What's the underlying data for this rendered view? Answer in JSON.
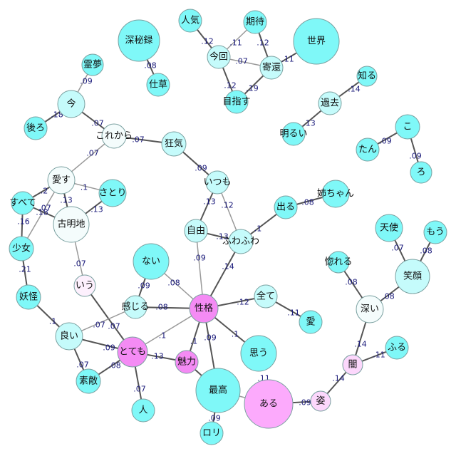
{
  "colors": {
    "cyan_fill": "#7ff8f8",
    "light_cyan_fill": "#c5fbfb",
    "pale_fill": "#f4fcfc",
    "magenta_fill": "#f48bf4",
    "pink_fill": "#fcaafc",
    "light_pink_fill": "#fcd7fc",
    "pale_pink_fill": "#fdf0fd",
    "node_stroke": "#7aa0a0",
    "edge_dark": "#555555",
    "edge_gray": "#999999",
    "edge_label": "#1a1a7a"
  },
  "nodes": [
    {
      "id": "jinki",
      "label": "人気",
      "fill": "cyan"
    },
    {
      "id": "kitai",
      "label": "期待",
      "fill": "cyan"
    },
    {
      "id": "sekai",
      "label": "世界",
      "fill": "cyan"
    },
    {
      "id": "shinpiroku",
      "label": "深秘録",
      "fill": "cyan"
    },
    {
      "id": "konkai",
      "label": "今回",
      "fill": "light_cyan"
    },
    {
      "id": "kikan",
      "label": "寄還",
      "fill": "light_cyan"
    },
    {
      "id": "mezasu",
      "label": "目指す",
      "fill": "cyan"
    },
    {
      "id": "shigusa",
      "label": "仕草",
      "fill": "cyan"
    },
    {
      "id": "reimu",
      "label": "霊夢",
      "fill": "cyan"
    },
    {
      "id": "ima",
      "label": "今",
      "fill": "light_cyan"
    },
    {
      "id": "ushiro",
      "label": "後ろ",
      "fill": "cyan"
    },
    {
      "id": "korekara",
      "label": "これから",
      "fill": "pale"
    },
    {
      "id": "kyouki",
      "label": "狂気",
      "fill": "light_cyan"
    },
    {
      "id": "shiru",
      "label": "知る",
      "fill": "cyan"
    },
    {
      "id": "kako",
      "label": "過去",
      "fill": "light_cyan"
    },
    {
      "id": "akarui",
      "label": "明るい",
      "fill": "cyan"
    },
    {
      "id": "ko",
      "label": "こ",
      "fill": "cyan"
    },
    {
      "id": "tan",
      "label": "たん",
      "fill": "cyan"
    },
    {
      "id": "ro",
      "label": "ろ",
      "fill": "cyan"
    },
    {
      "id": "aisu",
      "label": "愛す",
      "fill": "pale"
    },
    {
      "id": "satori",
      "label": "さとり",
      "fill": "cyan"
    },
    {
      "id": "subete",
      "label": "すべて",
      "fill": "cyan"
    },
    {
      "id": "komeiji",
      "label": "古明地",
      "fill": "pale"
    },
    {
      "id": "itsumo",
      "label": "いつも",
      "fill": "light_cyan"
    },
    {
      "id": "deru",
      "label": "出る",
      "fill": "cyan"
    },
    {
      "id": "neechan",
      "label": "姉ちゃん",
      "fill": "cyan"
    },
    {
      "id": "jiyuu",
      "label": "自由",
      "fill": "light_cyan"
    },
    {
      "id": "fuwafuwa",
      "label": "ふわふわ",
      "fill": "light_cyan"
    },
    {
      "id": "shoujo",
      "label": "少女",
      "fill": "cyan"
    },
    {
      "id": "tenshi",
      "label": "天使",
      "fill": "cyan"
    },
    {
      "id": "mou",
      "label": "もう",
      "fill": "cyan"
    },
    {
      "id": "nai",
      "label": "ない",
      "fill": "cyan"
    },
    {
      "id": "horeru",
      "label": "惚れる",
      "fill": "cyan"
    },
    {
      "id": "egao",
      "label": "笑顔",
      "fill": "light_cyan"
    },
    {
      "id": "iu",
      "label": "いう",
      "fill": "pale_pink"
    },
    {
      "id": "youkai",
      "label": "妖怪",
      "fill": "cyan"
    },
    {
      "id": "kanjiru",
      "label": "感じる",
      "fill": "light_cyan"
    },
    {
      "id": "seikaku",
      "label": "性格",
      "fill": "magenta"
    },
    {
      "id": "subete2",
      "label": "全て",
      "fill": "light_cyan"
    },
    {
      "id": "fukai",
      "label": "深い",
      "fill": "pale"
    },
    {
      "id": "ai",
      "label": "愛",
      "fill": "cyan"
    },
    {
      "id": "yoi",
      "label": "良い",
      "fill": "light_cyan"
    },
    {
      "id": "totemo",
      "label": "とても",
      "fill": "magenta"
    },
    {
      "id": "miryoku",
      "label": "魅力",
      "fill": "magenta"
    },
    {
      "id": "omou",
      "label": "思う",
      "fill": "cyan"
    },
    {
      "id": "furu",
      "label": "ふる",
      "fill": "cyan"
    },
    {
      "id": "yami",
      "label": "闇",
      "fill": "light_pink"
    },
    {
      "id": "suteki",
      "label": "素敵",
      "fill": "cyan"
    },
    {
      "id": "saikou",
      "label": "最高",
      "fill": "cyan"
    },
    {
      "id": "aru",
      "label": "ある",
      "fill": "pink"
    },
    {
      "id": "sugata",
      "label": "姿",
      "fill": "light_pink"
    },
    {
      "id": "hito",
      "label": "人",
      "fill": "cyan"
    },
    {
      "id": "roli",
      "label": "ロリ",
      "fill": "cyan"
    }
  ],
  "edges": [
    {
      "from": "jinki",
      "to": "konkai",
      "label": ".12",
      "style": "dark"
    },
    {
      "from": "kitai",
      "to": "konkai",
      "label": ".11",
      "style": "gray"
    },
    {
      "from": "kitai",
      "to": "kikan",
      "label": ".12",
      "style": "dark"
    },
    {
      "from": "sekai",
      "to": "kikan",
      "label": ".11",
      "style": "dark"
    },
    {
      "from": "konkai",
      "to": "kikan",
      "label": ".07",
      "style": "gray"
    },
    {
      "from": "konkai",
      "to": "mezasu",
      "label": ".12",
      "style": "dark"
    },
    {
      "from": "kikan",
      "to": "mezasu",
      "label": ".19",
      "style": "dark"
    },
    {
      "from": "shinpiroku",
      "to": "shigusa",
      "label": ".08",
      "style": "dark"
    },
    {
      "from": "reimu",
      "to": "ima",
      "label": ".09",
      "style": "gray"
    },
    {
      "from": "ima",
      "to": "ushiro",
      "label": ".18",
      "style": "dark"
    },
    {
      "from": "ima",
      "to": "korekara",
      "label": ".07",
      "style": "dark"
    },
    {
      "from": "korekara",
      "to": "kyouki",
      "label": ".07",
      "style": "dark"
    },
    {
      "from": "korekara",
      "to": "aisu",
      "label": ".07",
      "style": "gray"
    },
    {
      "from": "kyouki",
      "to": "itsumo",
      "label": ".09",
      "style": "dark"
    },
    {
      "from": "shiru",
      "to": "kako",
      "label": ".14",
      "style": "dark"
    },
    {
      "from": "kako",
      "to": "akarui",
      "label": ".13",
      "style": "dark"
    },
    {
      "from": "ko",
      "to": "tan",
      "label": ".09",
      "style": "dark"
    },
    {
      "from": "ko",
      "to": "ro",
      "label": ".09",
      "style": "dark"
    },
    {
      "from": "aisu",
      "to": "subete",
      "label": ".2",
      "style": "dark"
    },
    {
      "from": "aisu",
      "to": "satori",
      "label": ".1",
      "style": "gray"
    },
    {
      "from": "aisu",
      "to": "komeiji",
      "label": ".13",
      "style": "dark"
    },
    {
      "from": "aisu",
      "to": "shoujo",
      "label": ".07",
      "style": "gray"
    },
    {
      "from": "satori",
      "to": "komeiji",
      "label": ".13",
      "style": "dark"
    },
    {
      "from": "subete",
      "to": "komeiji",
      "label": ".18",
      "style": "dark"
    },
    {
      "from": "subete",
      "to": "shoujo",
      "label": ".16",
      "style": "dark"
    },
    {
      "from": "komeiji",
      "to": "iu",
      "label": ".07",
      "style": "gray"
    },
    {
      "from": "shoujo",
      "to": "youkai",
      "label": ".21",
      "style": "dark"
    },
    {
      "from": "youkai",
      "to": "yoi",
      "label": ".1",
      "style": "dark"
    },
    {
      "from": "itsumo",
      "to": "jiyuu",
      "label": ".13",
      "style": "dark"
    },
    {
      "from": "itsumo",
      "to": "fuwafuwa",
      "label": ".12",
      "style": "gray"
    },
    {
      "from": "deru",
      "to": "neechan",
      "label": ".08",
      "style": "dark"
    },
    {
      "from": "deru",
      "to": "fuwafuwa",
      "label": ".1",
      "style": "dark"
    },
    {
      "from": "jiyuu",
      "to": "fuwafuwa",
      "label": ".13",
      "style": "dark"
    },
    {
      "from": "jiyuu",
      "to": "seikaku",
      "label": ".09",
      "style": "gray"
    },
    {
      "from": "fuwafuwa",
      "to": "seikaku",
      "label": ".14",
      "style": "dark"
    },
    {
      "from": "nai",
      "to": "seikaku",
      "label": ".08",
      "style": "gray"
    },
    {
      "from": "nai",
      "to": "kanjiru",
      "label": ".09",
      "style": "dark"
    },
    {
      "from": "kanjiru",
      "to": "seikaku",
      "label": ".08",
      "style": "dark"
    },
    {
      "from": "seikaku",
      "to": "subete2",
      "label": ".12",
      "style": "dark"
    },
    {
      "from": "subete2",
      "to": "ai",
      "label": ".11",
      "style": "dark"
    },
    {
      "from": "seikaku",
      "to": "omou",
      "label": ".1",
      "style": "dark"
    },
    {
      "from": "seikaku",
      "to": "saikou",
      "label": ".09",
      "style": "dark"
    },
    {
      "from": "seikaku",
      "to": "miryoku",
      "label": ".1",
      "style": "dark"
    },
    {
      "from": "seikaku",
      "to": "totemo",
      "label": ".1",
      "style": "gray"
    },
    {
      "from": "iu",
      "to": "totemo",
      "label": ".07",
      "style": "dark"
    },
    {
      "from": "kanjiru",
      "to": "yoi",
      "label": ".07",
      "style": "gray"
    },
    {
      "from": "yoi",
      "to": "totemo",
      "label": ".09",
      "style": "dark"
    },
    {
      "from": "yoi",
      "to": "suteki",
      "label": ".07",
      "style": "dark"
    },
    {
      "from": "totemo",
      "to": "suteki",
      "label": ".08",
      "style": "dark"
    },
    {
      "from": "totemo",
      "to": "miryoku",
      "label": ".13",
      "style": "dark"
    },
    {
      "from": "totemo",
      "to": "hito",
      "label": ".07",
      "style": "dark"
    },
    {
      "from": "miryoku",
      "to": "saikou",
      "label": "",
      "style": "dark"
    },
    {
      "from": "saikou",
      "to": "roli",
      "label": ".09",
      "style": "dark"
    },
    {
      "from": "saikou",
      "to": "aru",
      "label": ".11",
      "style": "gray"
    },
    {
      "from": "aru",
      "to": "sugata",
      "label": ".09",
      "style": "dark"
    },
    {
      "from": "sugata",
      "to": "yami",
      "label": ".14",
      "style": "dark"
    },
    {
      "from": "yami",
      "to": "furu",
      "label": ".11",
      "style": "dark"
    },
    {
      "from": "yami",
      "to": "fukai",
      "label": ".14",
      "style": "dark"
    },
    {
      "from": "fukai",
      "to": "horeru",
      "label": ".08",
      "style": "dark"
    },
    {
      "from": "fukai",
      "to": "egao",
      "label": ".08",
      "style": "dark"
    },
    {
      "from": "egao",
      "to": "tenshi",
      "label": ".07",
      "style": "dark"
    },
    {
      "from": "egao",
      "to": "mou",
      "label": ".08",
      "style": "dark"
    }
  ]
}
